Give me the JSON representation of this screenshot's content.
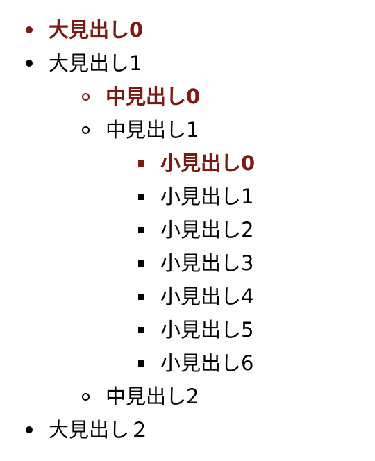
{
  "colors": {
    "active": "#7a1a12",
    "normal": "#000000"
  },
  "outline": {
    "h1_0": "大見出し0",
    "h1_1": "大見出し1",
    "h2_0": "中見出し0",
    "h2_1": "中見出し1",
    "h3_0": "小見出し0",
    "h3_1": "小見出し1",
    "h3_2": "小見出し2",
    "h3_3": "小見出し3",
    "h3_4": "小見出し4",
    "h3_5": "小見出し5",
    "h3_6": "小見出し6",
    "h2_2": "中見出し2",
    "h1_2": "大見出し２"
  }
}
